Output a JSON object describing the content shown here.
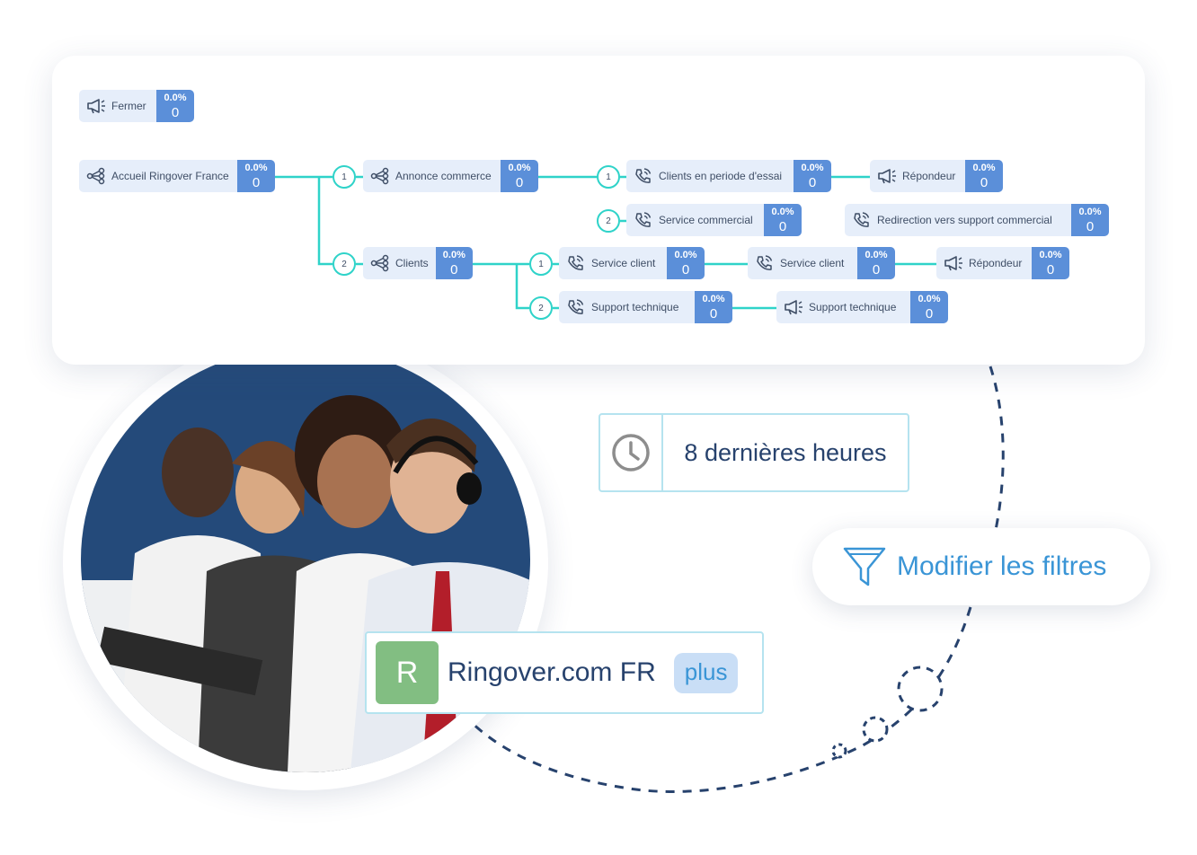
{
  "flow": {
    "nodes": [
      {
        "id": "fermer",
        "label": "Fermer",
        "icon": "megaphone-icon",
        "pct": "0.0%",
        "count": "0"
      },
      {
        "id": "accueil",
        "label": "Accueil Ringover France",
        "icon": "ivr-branch-icon",
        "pct": "0.0%",
        "count": "0"
      },
      {
        "id": "annonce",
        "label": "Annonce commerce",
        "icon": "ivr-branch-icon",
        "pct": "0.0%",
        "count": "0"
      },
      {
        "id": "clients-essai",
        "label": "Clients en periode d'essai",
        "icon": "phone-call-icon",
        "pct": "0.0%",
        "count": "0"
      },
      {
        "id": "repondeur1",
        "label": "Répondeur",
        "icon": "megaphone-icon",
        "pct": "0.0%",
        "count": "0"
      },
      {
        "id": "service-commercial",
        "label": "Service commercial",
        "icon": "phone-call-icon",
        "pct": "0.0%",
        "count": "0"
      },
      {
        "id": "redirection",
        "label": "Redirection vers support commercial",
        "icon": "phone-call-icon",
        "pct": "0.0%",
        "count": "0"
      },
      {
        "id": "clients",
        "label": "Clients",
        "icon": "ivr-branch-icon",
        "pct": "0.0%",
        "count": "0"
      },
      {
        "id": "service-client1",
        "label": "Service client",
        "icon": "phone-call-icon",
        "pct": "0.0%",
        "count": "0"
      },
      {
        "id": "service-client2",
        "label": "Service client",
        "icon": "phone-call-icon",
        "pct": "0.0%",
        "count": "0"
      },
      {
        "id": "repondeur2",
        "label": "Répondeur",
        "icon": "megaphone-icon",
        "pct": "0.0%",
        "count": "0"
      },
      {
        "id": "support-tech1",
        "label": "Support technique",
        "icon": "phone-call-icon",
        "pct": "0.0%",
        "count": "0"
      },
      {
        "id": "support-tech2",
        "label": "Support technique",
        "icon": "megaphone-icon",
        "pct": "0.0%",
        "count": "0"
      }
    ],
    "badges": [
      "1",
      "2",
      "1",
      "2",
      "1",
      "2"
    ]
  },
  "time_filter": {
    "label": "8 dernières heures",
    "icon": "clock-icon"
  },
  "filters_button": {
    "label": "Modifier les filtres",
    "icon": "funnel-icon"
  },
  "account": {
    "initial": "R",
    "name": "Ringover.com FR",
    "more": "plus"
  },
  "colors": {
    "connector": "#2fd3c9",
    "stat": "#5b8fd9",
    "node_bg": "#e6eefa",
    "accent": "#3a95d6",
    "avatar": "#82be82",
    "dashed": "#27426d"
  }
}
